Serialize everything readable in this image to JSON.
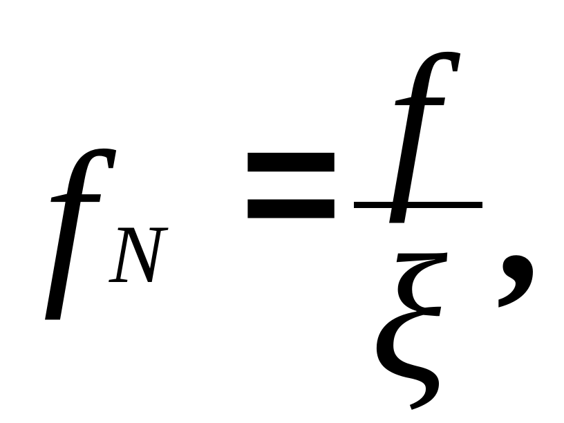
{
  "formula": {
    "lhs_symbol": "f",
    "lhs_subscript": "N",
    "relation": "=",
    "numerator": "f",
    "denominator": "ξ",
    "trailing_punctuation": ","
  }
}
